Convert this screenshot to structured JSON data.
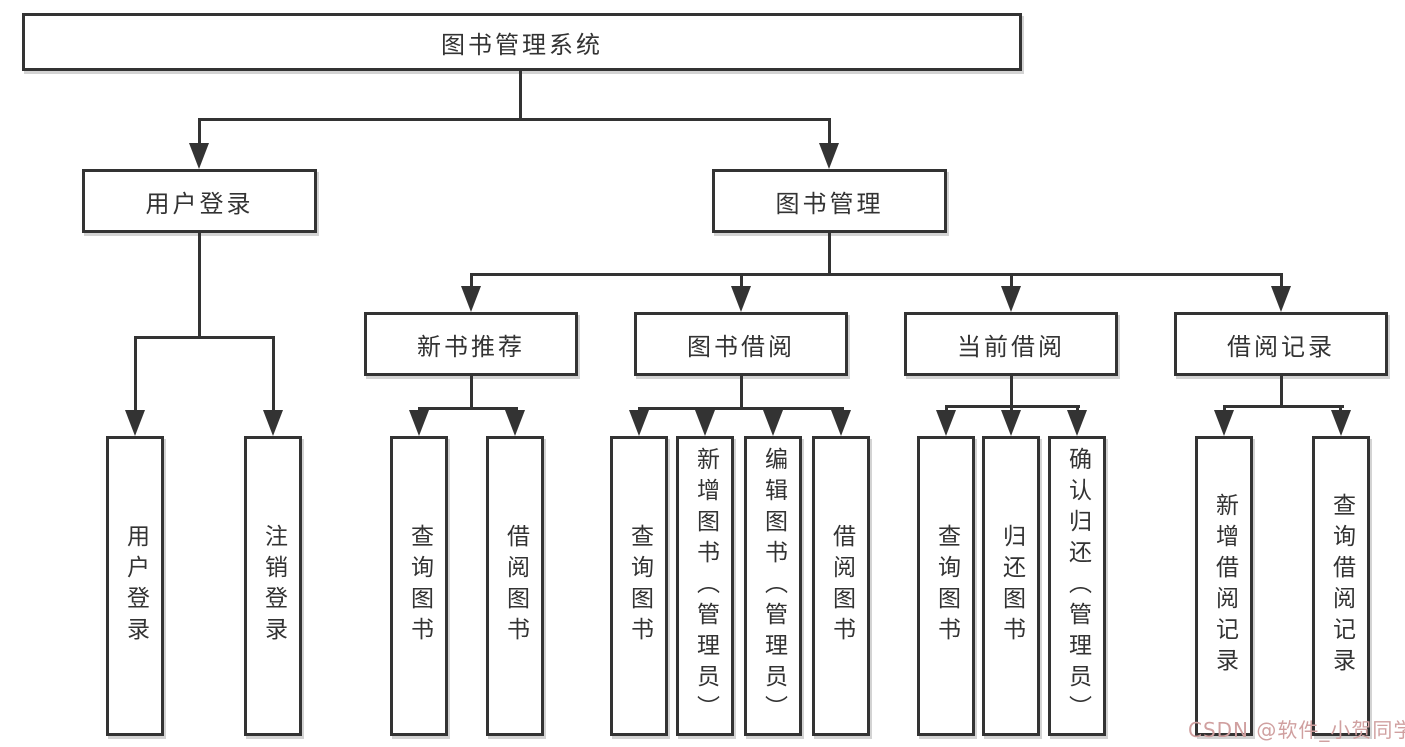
{
  "diagram": {
    "title": "图书管理系统",
    "level2": {
      "login": "用户登录",
      "book_mgmt": "图书管理"
    },
    "level3": {
      "new_books": "新书推荐",
      "book_borrow": "图书借阅",
      "current_borrow": "当前借阅",
      "borrow_records": "借阅记录"
    },
    "leaves": {
      "user_login": "用户登录",
      "logout_login": "注销登录",
      "nb_query_books": "查询图书",
      "nb_borrow_books": "借阅图书",
      "bb_query_books": "查询图书",
      "bb_add_books": "新增图书（管理员）",
      "bb_edit_books": "编辑图书（管理员）",
      "bb_borrow_books": "借阅图书",
      "cb_query_books": "查询图书",
      "cb_return_books": "归还图书",
      "cb_confirm_return": "确认归还（管理员）",
      "br_add_record": "新增借阅记录",
      "br_query_record": "查询借阅记录"
    },
    "colors": {
      "line": "#333333",
      "text": "#333333",
      "background": "#ffffff",
      "box_background": "#ffffff"
    }
  },
  "watermark": {
    "text": "CSDN @软件_小贺同学",
    "color": "#d0a0a0"
  }
}
